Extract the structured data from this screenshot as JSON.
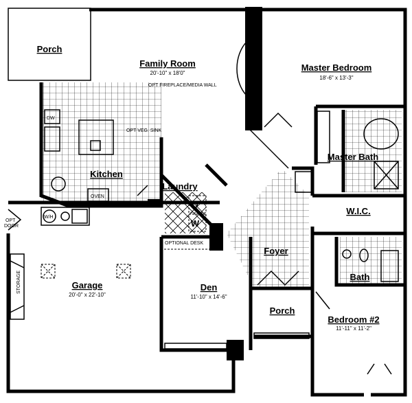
{
  "rooms": {
    "porch_top": {
      "name": "Porch"
    },
    "family_room": {
      "name": "Family Room",
      "dims": "20'-10\" x 18'0\""
    },
    "master_bedroom": {
      "name": "Master Bedroom",
      "dims": "18'-6\" x 13'-3\""
    },
    "kitchen": {
      "name": "Kitchen"
    },
    "master_bath": {
      "name": "Master Bath"
    },
    "laundry": {
      "name": "Laundry"
    },
    "wic": {
      "name": "W.I.C."
    },
    "foyer": {
      "name": "Foyer"
    },
    "garage": {
      "name": "Garage",
      "dims": "20'-0\" x 22'-10\""
    },
    "den": {
      "name": "Den",
      "dims": "11'-10\" x 14'-6\""
    },
    "bath": {
      "name": "Bath"
    },
    "porch_front": {
      "name": "Porch"
    },
    "bedroom2": {
      "name": "Bedroom #2",
      "dims": "11'-11\" x 11'-2\""
    }
  },
  "notes": {
    "fireplace": "OPT FIREPLACE/MEDIA WALL",
    "veg_sink": "OPT VEG. SINK",
    "optional_desk": "OPTIONAL DESK",
    "opt_door_1": "OPT",
    "opt_door_2": "DOOR",
    "storage": "STORAGE",
    "dw": "DW",
    "oven": "OVEN",
    "dryer": "D",
    "washer": "W",
    "wh": "W/H"
  }
}
